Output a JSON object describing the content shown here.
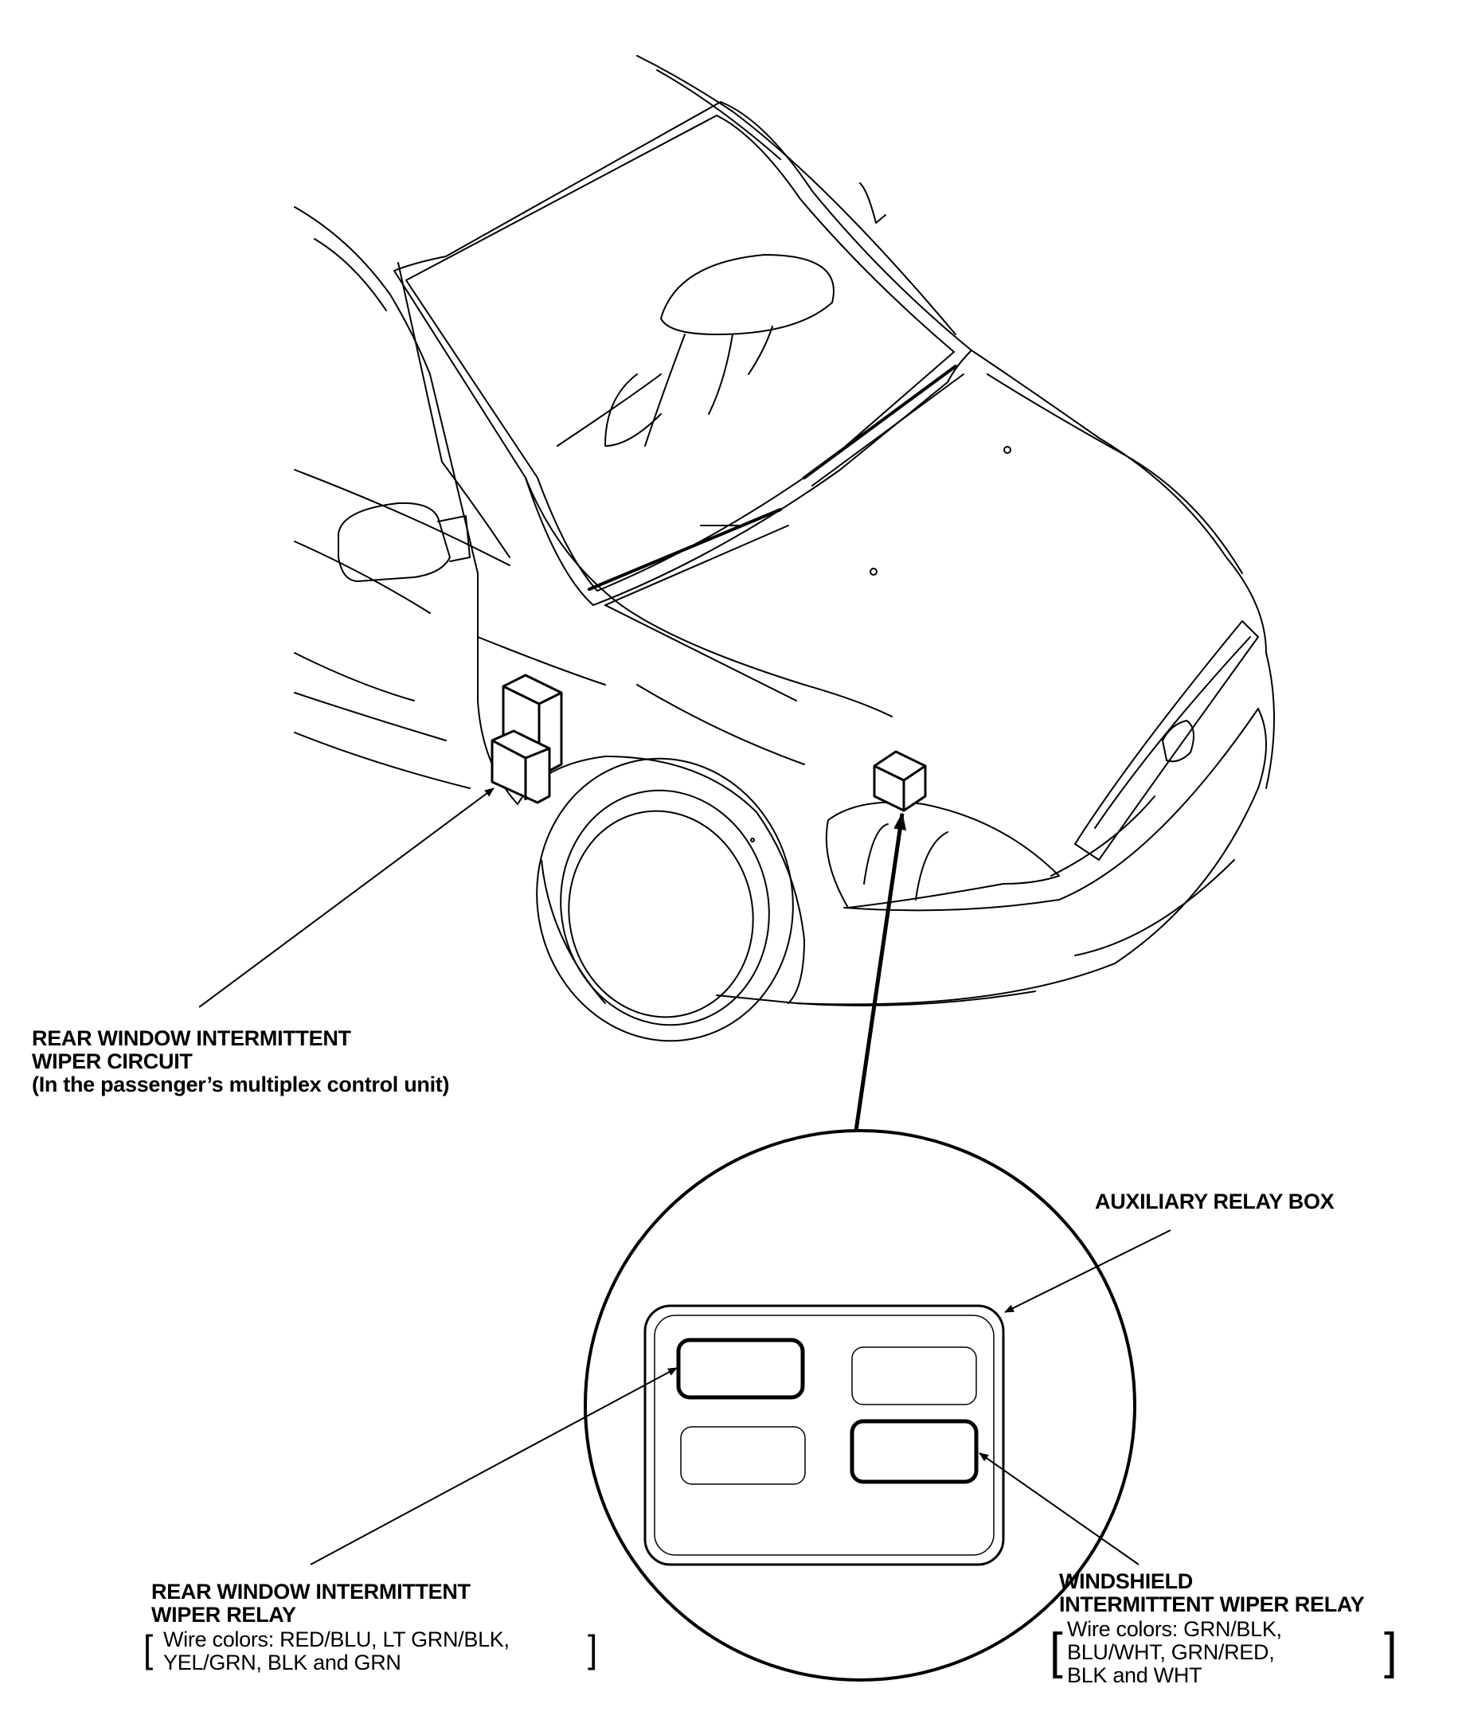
{
  "labels": {
    "rear_circuit": {
      "line1": "REAR WINDOW INTERMITTENT",
      "line2": "WIPER CIRCUIT",
      "line3": "(In the passenger’s multiplex control unit)"
    },
    "aux_relay_box": "AUXILIARY RELAY BOX",
    "rear_relay": {
      "line1": "REAR WINDOW INTERMITTENT",
      "line2": "WIPER RELAY",
      "wire1": "Wire colors: RED/BLU, LT GRN/BLK,",
      "wire2": "YEL/GRN, BLK and GRN"
    },
    "windshield_relay": {
      "line1": "WINDSHIELD",
      "line2": "INTERMITTENT WIPER RELAY",
      "wire1": "Wire colors: GRN/BLK,",
      "wire2": "BLU/WHT, GRN/RED,",
      "wire3": "BLK and WHT"
    }
  }
}
